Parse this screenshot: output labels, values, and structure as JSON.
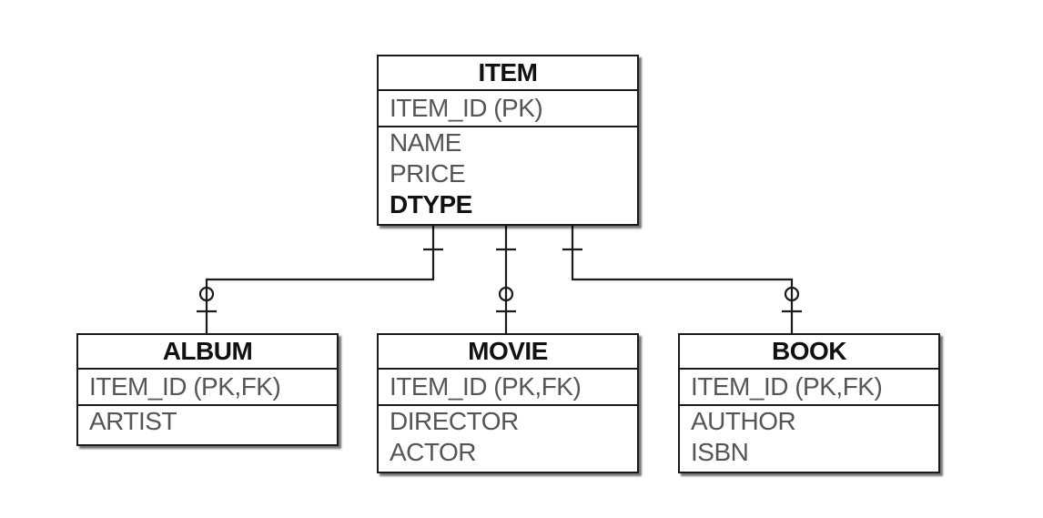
{
  "entities": {
    "item": {
      "name": "ITEM",
      "pk": "ITEM_ID (PK)",
      "attributes": [
        "NAME",
        "PRICE"
      ],
      "discriminator": "DTYPE"
    },
    "album": {
      "name": "ALBUM",
      "pk": "ITEM_ID (PK,FK)",
      "attributes": [
        "ARTIST"
      ]
    },
    "movie": {
      "name": "MOVIE",
      "pk": "ITEM_ID (PK,FK)",
      "attributes": [
        "DIRECTOR",
        "ACTOR"
      ]
    },
    "book": {
      "name": "BOOK",
      "pk": "ITEM_ID (PK,FK)",
      "attributes": [
        "AUTHOR",
        "ISBN"
      ]
    }
  },
  "relationships": [
    {
      "from": "ITEM",
      "to": "ALBUM",
      "from_cardinality": "one",
      "to_cardinality": "zero-or-one"
    },
    {
      "from": "ITEM",
      "to": "MOVIE",
      "from_cardinality": "one",
      "to_cardinality": "zero-or-one"
    },
    {
      "from": "ITEM",
      "to": "BOOK",
      "from_cardinality": "one",
      "to_cardinality": "zero-or-one"
    }
  ],
  "colors": {
    "line": "#1a1a1a",
    "text": "#555555",
    "title": "#111111",
    "background": "#ffffff"
  }
}
